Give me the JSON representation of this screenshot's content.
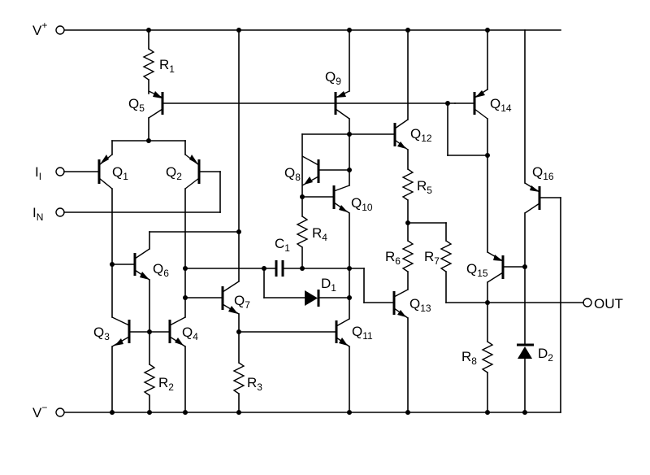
{
  "terminals": {
    "v_plus": {
      "base": "V",
      "sup": "+"
    },
    "v_minus": {
      "base": "V",
      "sup": "−"
    },
    "i_i": {
      "base": "I",
      "sub": "I"
    },
    "i_n": {
      "base": "I",
      "sub": "N"
    },
    "out": "OUT"
  },
  "transistors": {
    "q1": {
      "base": "Q",
      "sub": "1"
    },
    "q2": {
      "base": "Q",
      "sub": "2"
    },
    "q3": {
      "base": "Q",
      "sub": "3"
    },
    "q4": {
      "base": "Q",
      "sub": "4"
    },
    "q5": {
      "base": "Q",
      "sub": "5"
    },
    "q6": {
      "base": "Q",
      "sub": "6"
    },
    "q7": {
      "base": "Q",
      "sub": "7"
    },
    "q8": {
      "base": "Q",
      "sub": "8"
    },
    "q9": {
      "base": "Q",
      "sub": "9"
    },
    "q10": {
      "base": "Q",
      "sub": "10"
    },
    "q11": {
      "base": "Q",
      "sub": "11"
    },
    "q12": {
      "base": "Q",
      "sub": "12"
    },
    "q13": {
      "base": "Q",
      "sub": "13"
    },
    "q14": {
      "base": "Q",
      "sub": "14"
    },
    "q15": {
      "base": "Q",
      "sub": "15"
    },
    "q16": {
      "base": "Q",
      "sub": "16"
    }
  },
  "resistors": {
    "r1": {
      "base": "R",
      "sub": "1"
    },
    "r2": {
      "base": "R",
      "sub": "2"
    },
    "r3": {
      "base": "R",
      "sub": "3"
    },
    "r4": {
      "base": "R",
      "sub": "4"
    },
    "r5": {
      "base": "R",
      "sub": "5"
    },
    "r6": {
      "base": "R",
      "sub": "6"
    },
    "r7": {
      "base": "R",
      "sub": "7"
    },
    "r8": {
      "base": "R",
      "sub": "8"
    }
  },
  "capacitors": {
    "c1": {
      "base": "C",
      "sub": "1"
    }
  },
  "diodes": {
    "d1": {
      "base": "D",
      "sub": "1"
    },
    "d2": {
      "base": "D",
      "sub": "2"
    }
  }
}
